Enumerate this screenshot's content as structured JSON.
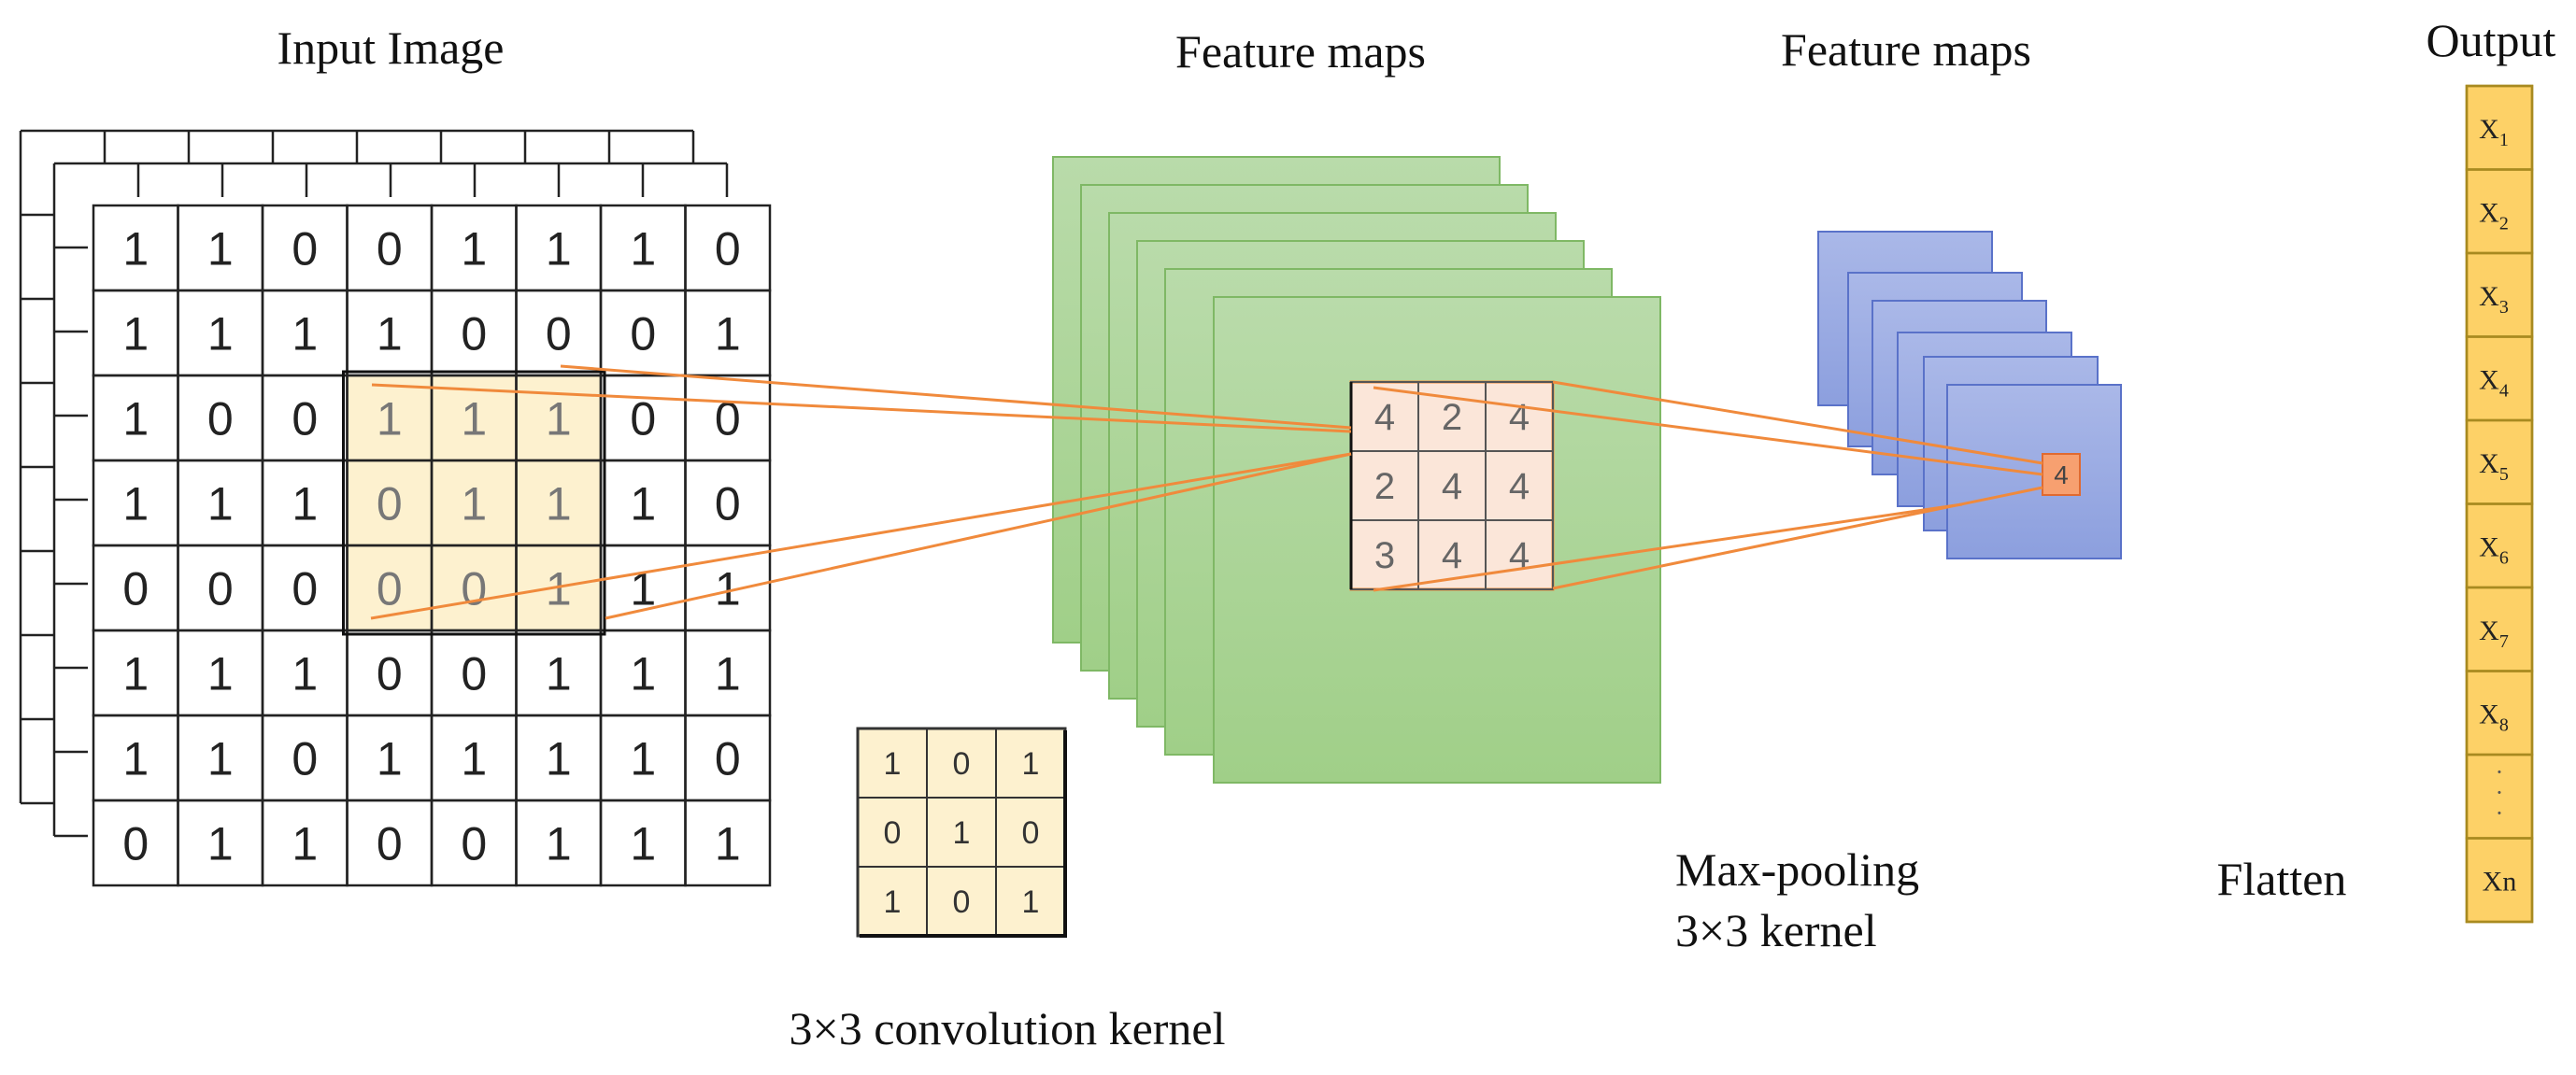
{
  "labels": {
    "input_image": "Input Image",
    "feature_maps_conv": "Feature maps",
    "feature_maps_pool": "Feature maps",
    "output": "Output",
    "conv_kernel": "3×3 convolution kernel",
    "maxpool_line1": "Max-pooling",
    "maxpool_line2": "3×3 kernel",
    "flatten": "Flatten"
  },
  "input_matrix": [
    [
      "1",
      "1",
      "0",
      "0",
      "1",
      "1",
      "1",
      "0"
    ],
    [
      "1",
      "1",
      "1",
      "1",
      "0",
      "0",
      "0",
      "1"
    ],
    [
      "1",
      "0",
      "0",
      "1",
      "1",
      "1",
      "0",
      "0"
    ],
    [
      "1",
      "1",
      "1",
      "0",
      "1",
      "1",
      "1",
      "0"
    ],
    [
      "0",
      "0",
      "0",
      "0",
      "0",
      "1",
      "1",
      "1"
    ],
    [
      "1",
      "1",
      "1",
      "0",
      "0",
      "1",
      "1",
      "1"
    ],
    [
      "1",
      "1",
      "0",
      "1",
      "1",
      "1",
      "1",
      "0"
    ],
    [
      "0",
      "1",
      "1",
      "0",
      "0",
      "1",
      "1",
      "1"
    ]
  ],
  "kernel": [
    [
      "1",
      "0",
      "1"
    ],
    [
      "0",
      "1",
      "0"
    ],
    [
      "1",
      "0",
      "1"
    ]
  ],
  "conv_output": [
    [
      "4",
      "2",
      "4"
    ],
    [
      "2",
      "4",
      "4"
    ],
    [
      "3",
      "4",
      "4"
    ]
  ],
  "pool_output": "4",
  "output_vector": [
    {
      "base": "X",
      "sub": "1"
    },
    {
      "base": "X",
      "sub": "2"
    },
    {
      "base": "X",
      "sub": "3"
    },
    {
      "base": "X",
      "sub": "4"
    },
    {
      "base": "X",
      "sub": "5"
    },
    {
      "base": "X",
      "sub": "6"
    },
    {
      "base": "X",
      "sub": "7"
    },
    {
      "base": "X",
      "sub": "8"
    },
    {
      "base": "·\n·\n·",
      "sub": ""
    },
    {
      "base": "Xn",
      "sub": ""
    }
  ],
  "colors": {
    "highlight_fill": "#fdf1cf",
    "kernel_fill": "#fdf1cf",
    "green_top": "#b9dbaa",
    "green_bottom": "#a0cf88",
    "green_stroke": "#7fb865",
    "blue_top": "#aab8e8",
    "blue_bottom": "#8c9fde",
    "blue_stroke": "#5a72c9",
    "orange": "#f08a3c",
    "conv_cell_fill": "#fbe6d9",
    "pool_cell_fill": "#f7a070",
    "output_fill": "#fdd167",
    "output_stroke": "#a88a20"
  }
}
